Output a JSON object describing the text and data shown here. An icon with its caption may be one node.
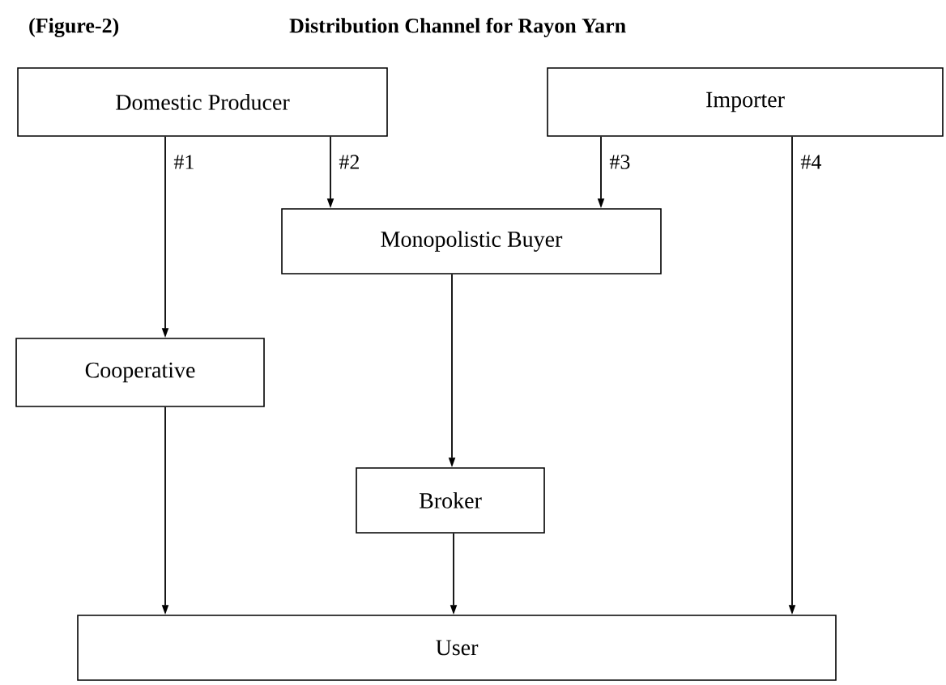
{
  "diagram": {
    "title": "Distribution Channel for Rayon Yarn",
    "nodes": [
      {
        "text": [
          "Domestic Producer"
        ]
      },
      {
        "text": [
          "Importer"
        ]
      },
      {
        "text": [
          "Monopolistic Buyer"
        ]
      },
      {
        "text": [
          "Cooperative"
        ]
      },
      {
        "text": [
          "Broker"
        ]
      },
      {
        "text": [
          "User"
        ]
      }
    ],
    "edges": [
      {
        "from": 0,
        "to": 3,
        "arrow": "to",
        "label": "#1"
      },
      {
        "from": 0,
        "to": 2,
        "arrow": "to",
        "label": "#2"
      },
      {
        "from": 1,
        "to": 2,
        "arrow": "to",
        "label": "#3"
      },
      {
        "from": 1,
        "to": 5,
        "arrow": "to",
        "label": "#4"
      },
      {
        "from": 2,
        "to": 4,
        "arrow": "to"
      },
      {
        "from": 3,
        "to": 5,
        "arrow": "to"
      },
      {
        "from": 4,
        "to": 5,
        "arrow": "to"
      }
    ],
    "labels": [
      "(Figure-2)"
    ]
  }
}
